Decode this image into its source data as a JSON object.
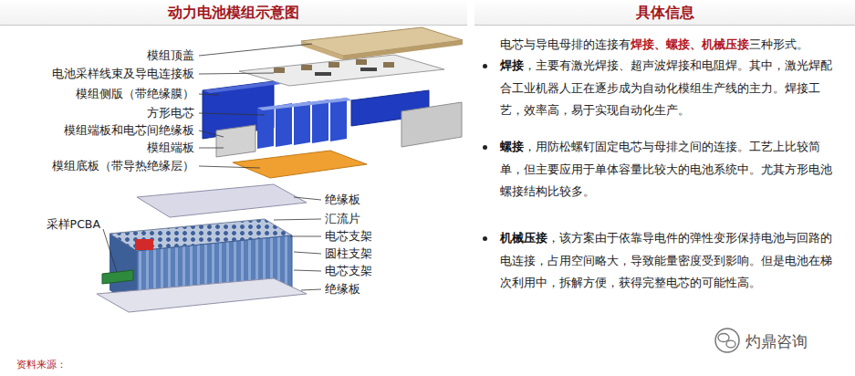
{
  "diagram": {
    "title": "动力电池模组示意图",
    "labels": [
      "具体信息",
      "模组顶盖",
      "电池采样线束及导电连接板",
      "模组侧版（带绝缘膜）",
      "方形电芯",
      "模组端板和电芯间绝缘板",
      "模组端板",
      "模组底板（带导热绝缘层）",
      "绝缘板",
      "汇流片",
      "电芯支架",
      "圆柱支架",
      "电芯支架",
      "绝缘板",
      "采样PCBA",
      "电芯与导电母排的连接有",
      "焊接",
      "、",
      "螺接",
      "、",
      "机械压接",
      "三种形式。",
      "焊接",
      "，主要有激光焊接、超声波焊接和电阻焊。其中，激光焊配合工业机器人正在逐步成为自动化模组生产线的主力。焊接工艺，效率高，易于实现自动化生产。",
      "螺接",
      "，用防松螺钉固定电芯与母排之间的连接。工艺上比较简单，但主要应用于单体容量比较大的电池系统中。尤其方形电池螺接结构比较多。",
      "机械压接",
      "，该方案由于依靠导电件的弹性变形保持电池与回路的电连接，占用空间略大，导致能量密度受到影响。但是电池在梯次利用中，拆解方便，获得完整电芯的可能性高。",
      "资料来源：",
      "灼鼎咨询"
    ]
  }
}
